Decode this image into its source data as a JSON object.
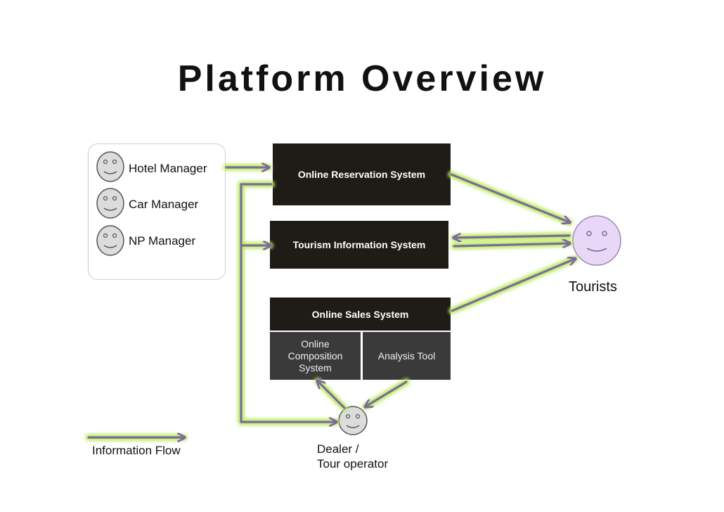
{
  "title": "Platform Overview",
  "managers": [
    {
      "label": "Hotel Manager"
    },
    {
      "label": "Car Manager"
    },
    {
      "label": "NP Manager"
    }
  ],
  "systems": {
    "reservation": "Online Reservation System",
    "tourism_info": "Tourism Information System",
    "sales": "Online Sales System",
    "composition": [
      "Online",
      "Composition",
      "System"
    ],
    "analysis": "Analysis Tool"
  },
  "actors": {
    "tourists": "Tourists",
    "dealer": [
      "Dealer /",
      "Tour operator"
    ]
  },
  "legend": {
    "information_flow": "Information Flow"
  },
  "colors": {
    "arrow": "#7e6a9e",
    "glow": "#b9ec5a",
    "system_box": "#1f1b16",
    "sub_box": "#3a3a3a",
    "tourist_face": "#e8d7f6"
  },
  "icons": [
    "smiley-face-icon",
    "arrow-icon"
  ]
}
